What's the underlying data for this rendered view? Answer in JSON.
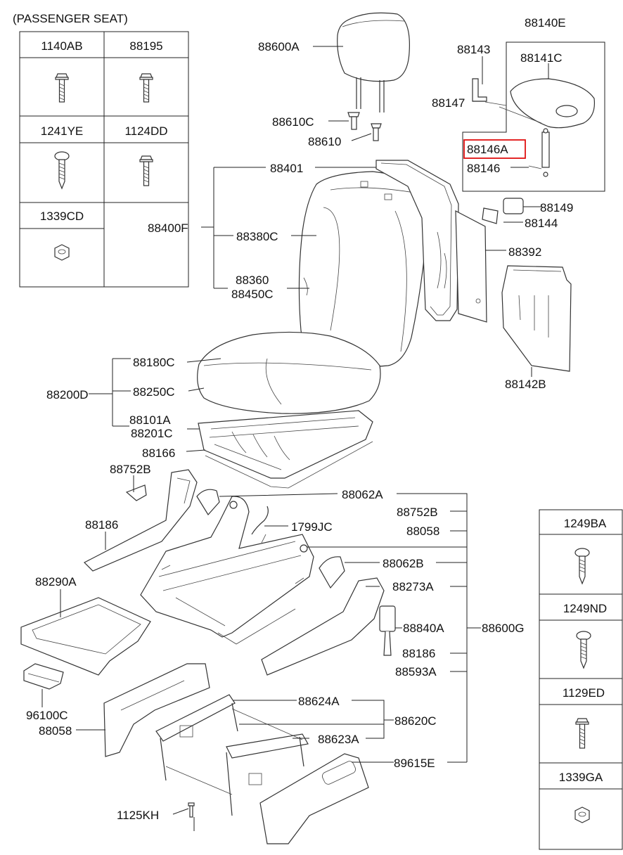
{
  "diagram": {
    "heading": "(PASSENGER SEAT)",
    "highlight_color": "#e01010",
    "fastener_table_left": [
      {
        "code": "1140AB",
        "icon": "bolt-flange-icon"
      },
      {
        "code": "88195",
        "icon": "bolt-flange-icon"
      },
      {
        "code": "1241YE",
        "icon": "tapping-screw-icon"
      },
      {
        "code": "1124DD",
        "icon": "bolt-flange-icon"
      },
      {
        "code": "1339CD",
        "icon": "hex-nut-icon"
      }
    ],
    "fastener_table_right": [
      {
        "code": "1249BA",
        "icon": "tapping-screw-icon"
      },
      {
        "code": "1249ND",
        "icon": "tapping-screw-icon"
      },
      {
        "code": "1129ED",
        "icon": "bolt-flange-icon"
      },
      {
        "code": "1339GA",
        "icon": "hex-nut-icon"
      }
    ],
    "labels": {
      "p88600A": "88600A",
      "p88610C": "88610C",
      "p88610": "88610",
      "p88401": "88401",
      "p88400F": "88400F",
      "p88380C": "88380C",
      "p88360": "88360",
      "p88450C": "88450C",
      "p88140E": "88140E",
      "p88143": "88143",
      "p88141C": "88141C",
      "p88147": "88147",
      "p88146A": "88146A",
      "p88146": "88146",
      "p88149": "88149",
      "p88144": "88144",
      "p88392": "88392",
      "p88142B": "88142B",
      "p88180C": "88180C",
      "p88200D": "88200D",
      "p88250C": "88250C",
      "p88101A": "88101A",
      "p88201C": "88201C",
      "p88166": "88166",
      "p88752B_a": "88752B",
      "p88186_a": "88186",
      "p88062A": "88062A",
      "p88752B_b": "88752B",
      "p88058_a": "88058",
      "p1799JC": "1799JC",
      "p88062B": "88062B",
      "p88290A": "88290A",
      "p88273A": "88273A",
      "p88840A": "88840A",
      "p88600G": "88600G",
      "p88186_b": "88186",
      "p88593A": "88593A",
      "p96100C": "96100C",
      "p88058_b": "88058",
      "p88624A": "88624A",
      "p88620C": "88620C",
      "p88623A": "88623A",
      "p89615E": "89615E",
      "p1125KH": "1125KH"
    }
  }
}
